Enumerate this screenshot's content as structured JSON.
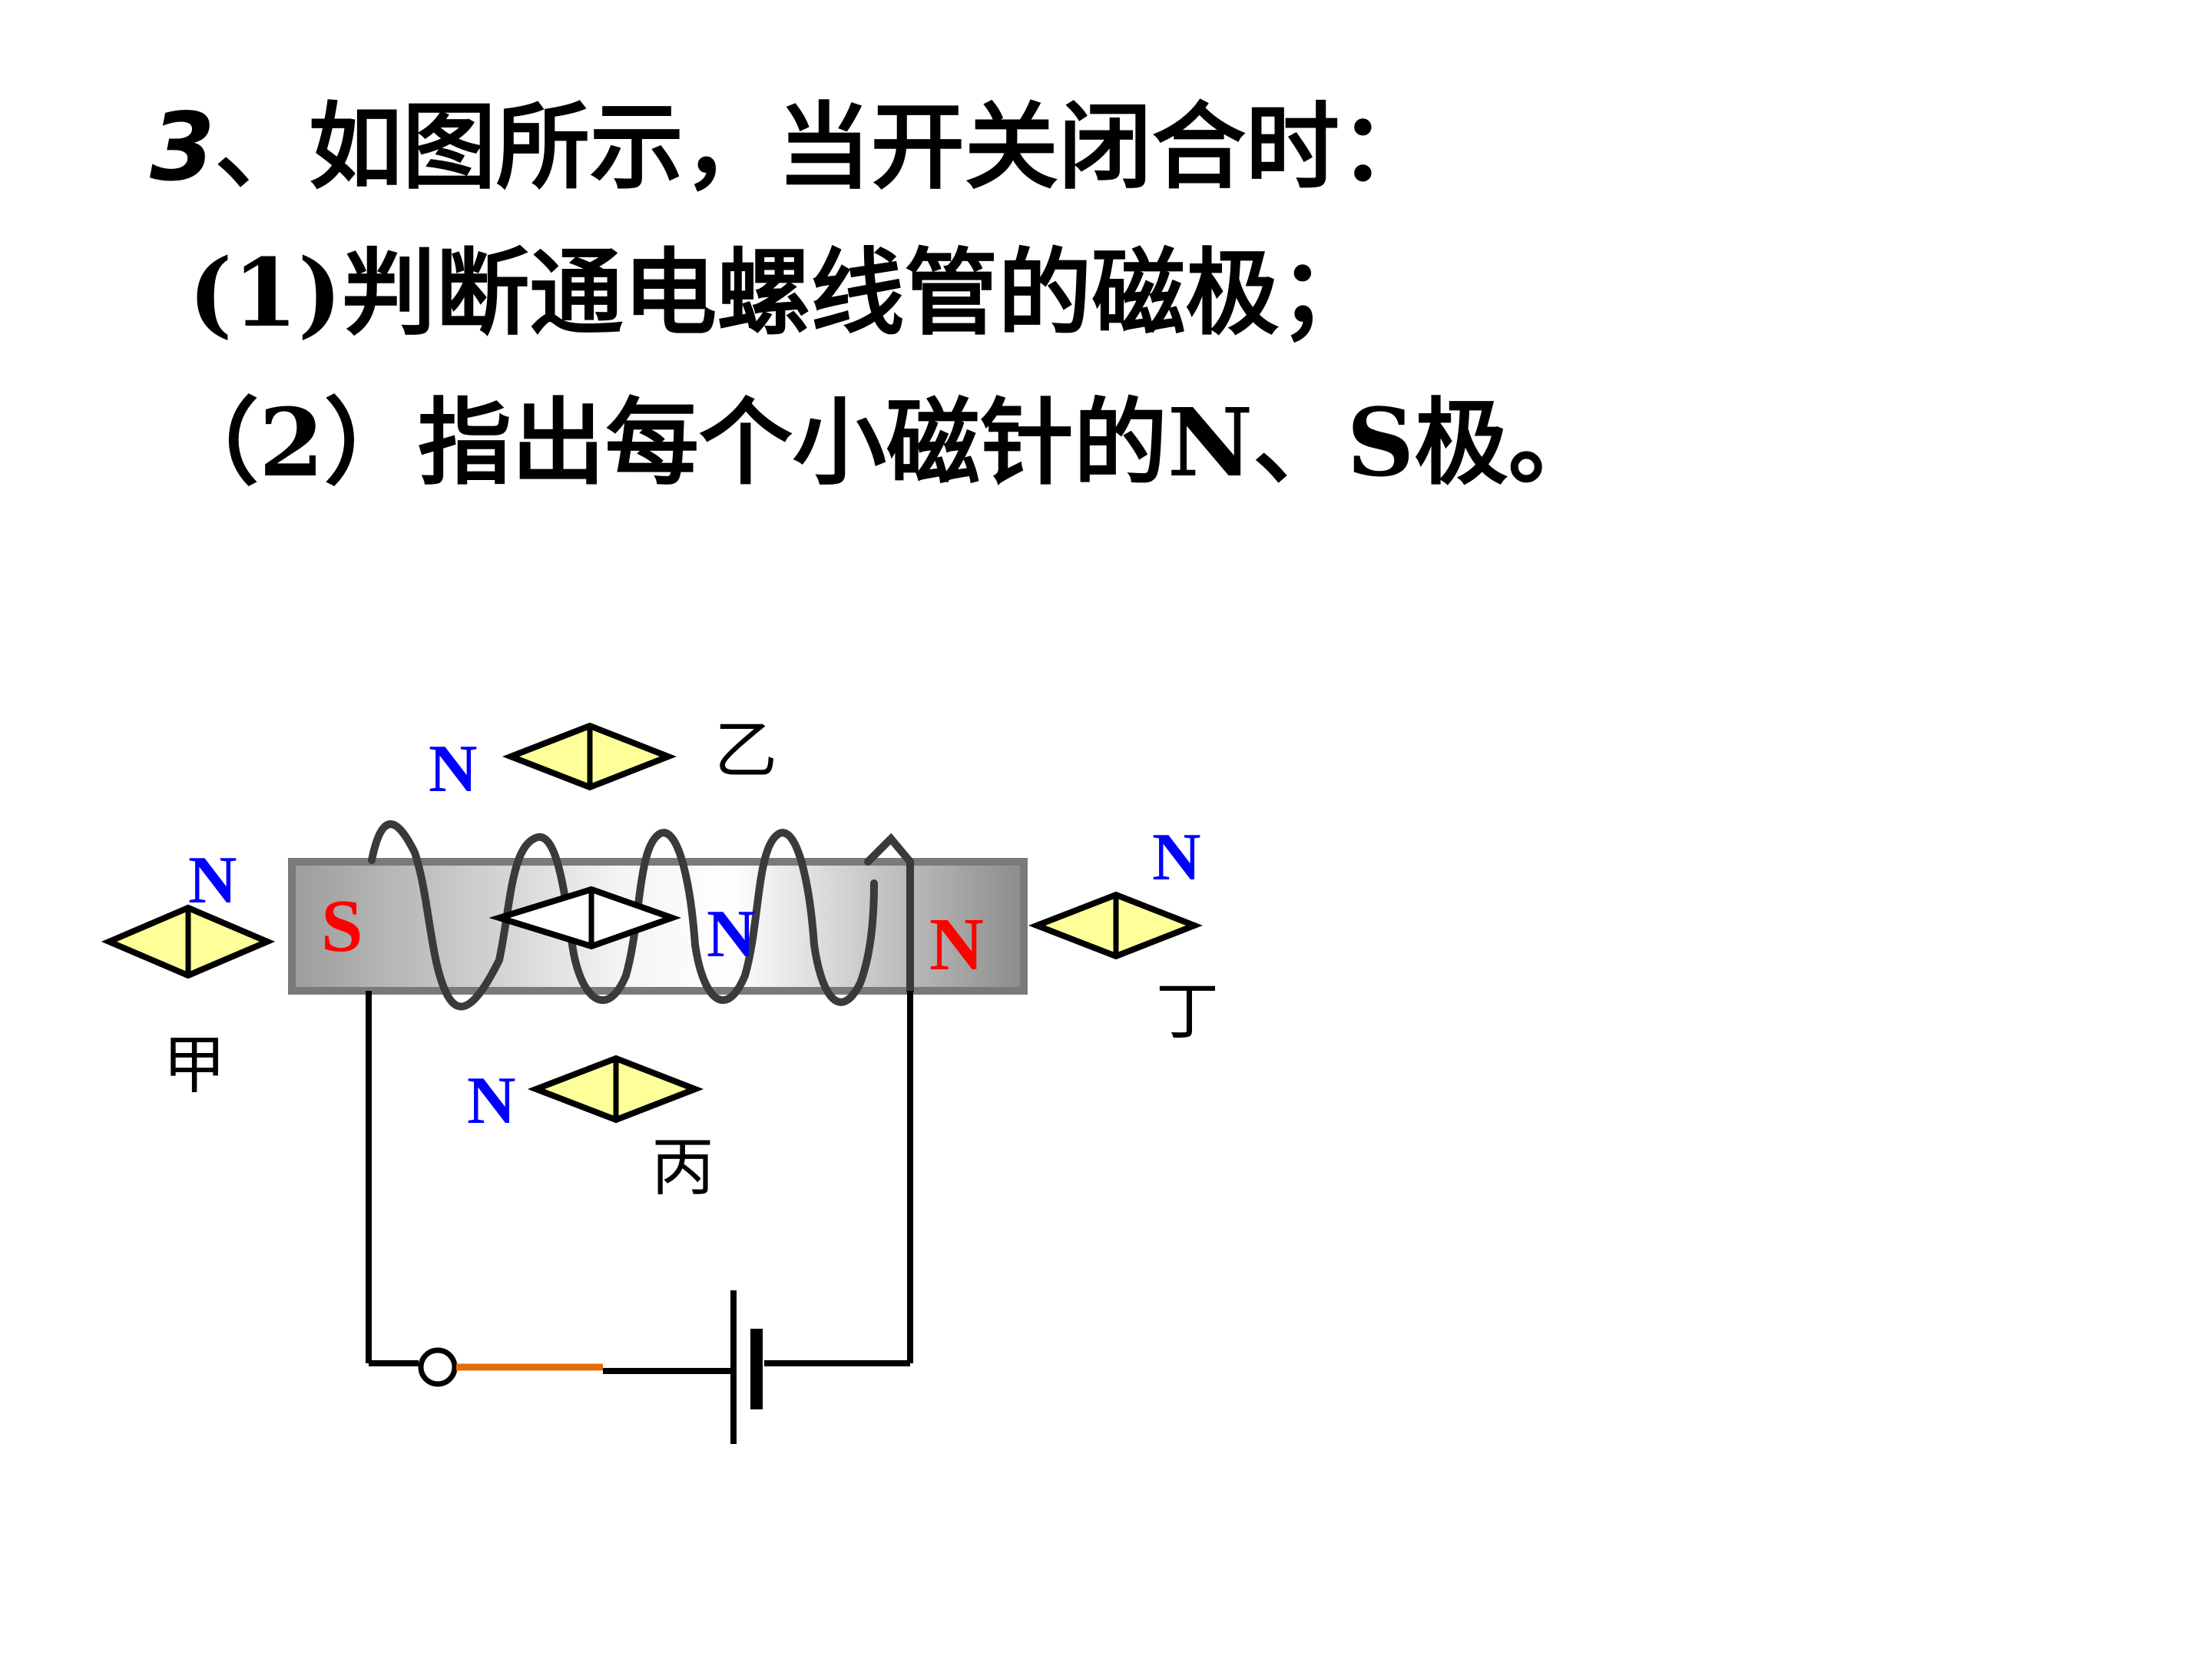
{
  "question": {
    "number": "3",
    "line1_text": "、如图所示，当开关闭合时：",
    "line2": "(1)判断通电螺线管的磁极；",
    "line3": "（2）指出每个小磁针的N、S极。"
  },
  "diagram": {
    "solenoid_poles": {
      "left": "S",
      "right": "N"
    },
    "needles": [
      {
        "name": "甲",
        "pole": "N"
      },
      {
        "name": "乙",
        "pole": "N"
      },
      {
        "name": "丙",
        "pole": "N"
      },
      {
        "name": "丁",
        "pole": "N"
      },
      {
        "name": "",
        "pole": "N"
      }
    ],
    "colors": {
      "needle_fill": "#ffff99",
      "pole_label_blue": "#0000ff",
      "core_pole_red": "#ff0000",
      "switch_blade": "#e46c0a",
      "coil": "#3a3a3a"
    }
  }
}
